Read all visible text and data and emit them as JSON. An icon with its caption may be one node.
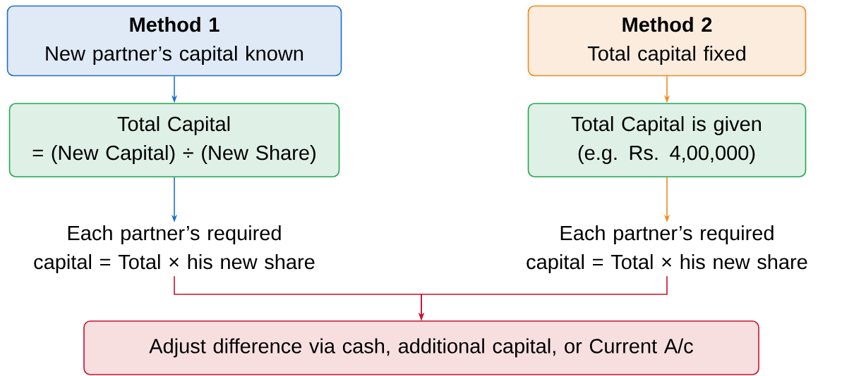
{
  "diagram": {
    "nodes": [
      {
        "text": [
          "Method 1",
          "New partner’s capital known"
        ]
      },
      {
        "text": [
          "Total Capital = (New Capital) ÷ (New Share)"
        ]
      },
      {
        "text": [
          "Each partner’s required capital = Total × his new share"
        ]
      },
      {
        "text": [
          "Method 2",
          "Total capital fixed"
        ]
      },
      {
        "text": [
          "Total Capital is given (e.g. Rs. 4,00,000)"
        ]
      },
      {
        "text": [
          "Each partner’s required capital = Total × his new share"
        ]
      },
      {
        "text": [
          "Adjust difference via cash, additional capital, or Current A/c"
        ]
      }
    ],
    "edges": [
      {
        "from": 0,
        "to": 1,
        "arrow": "to",
        "color": "#1a6fcf"
      },
      {
        "from": 1,
        "to": 2,
        "arrow": "to",
        "color": "#1a6fcf"
      },
      {
        "from": 3,
        "to": 4,
        "arrow": "to",
        "color": "#ee8a1d"
      },
      {
        "from": 4,
        "to": 5,
        "arrow": "to",
        "color": "#ee8a1d"
      },
      {
        "from": 2,
        "to": 6,
        "arrow": "to",
        "color": "#c8102e"
      },
      {
        "from": 5,
        "to": 6,
        "arrow": "to",
        "color": "#c8102e"
      }
    ]
  }
}
